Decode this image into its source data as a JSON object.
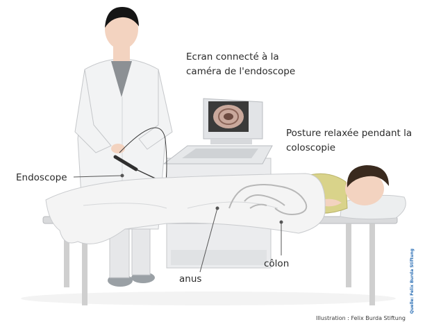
{
  "labels": {
    "screen_line1": "Ecran connecté à la",
    "screen_line2": "caméra de l'endoscope",
    "posture_line1": "Posture relaxée pendant la",
    "posture_line2": "coloscopie",
    "endoscope": "Endoscope",
    "anus": "anus",
    "colon": "côlon"
  },
  "source": "Quelle: Felix Burda Stiftung",
  "credit": "Illustration : Felix Burda Stiftung",
  "colors": {
    "label_text": "#2a2a2a",
    "leader_line": "#555555",
    "coat": "#f2f3f4",
    "sheet": "#f4f4f4",
    "skin": "#f3d3c0",
    "hair": "#3a2a1e",
    "doctor_hair": "#151515",
    "patient_shirt": "#d9d38a",
    "colon": "#d8d8d8",
    "table_metal": "#cfcfcf",
    "source_blue": "#2b6fb5"
  }
}
